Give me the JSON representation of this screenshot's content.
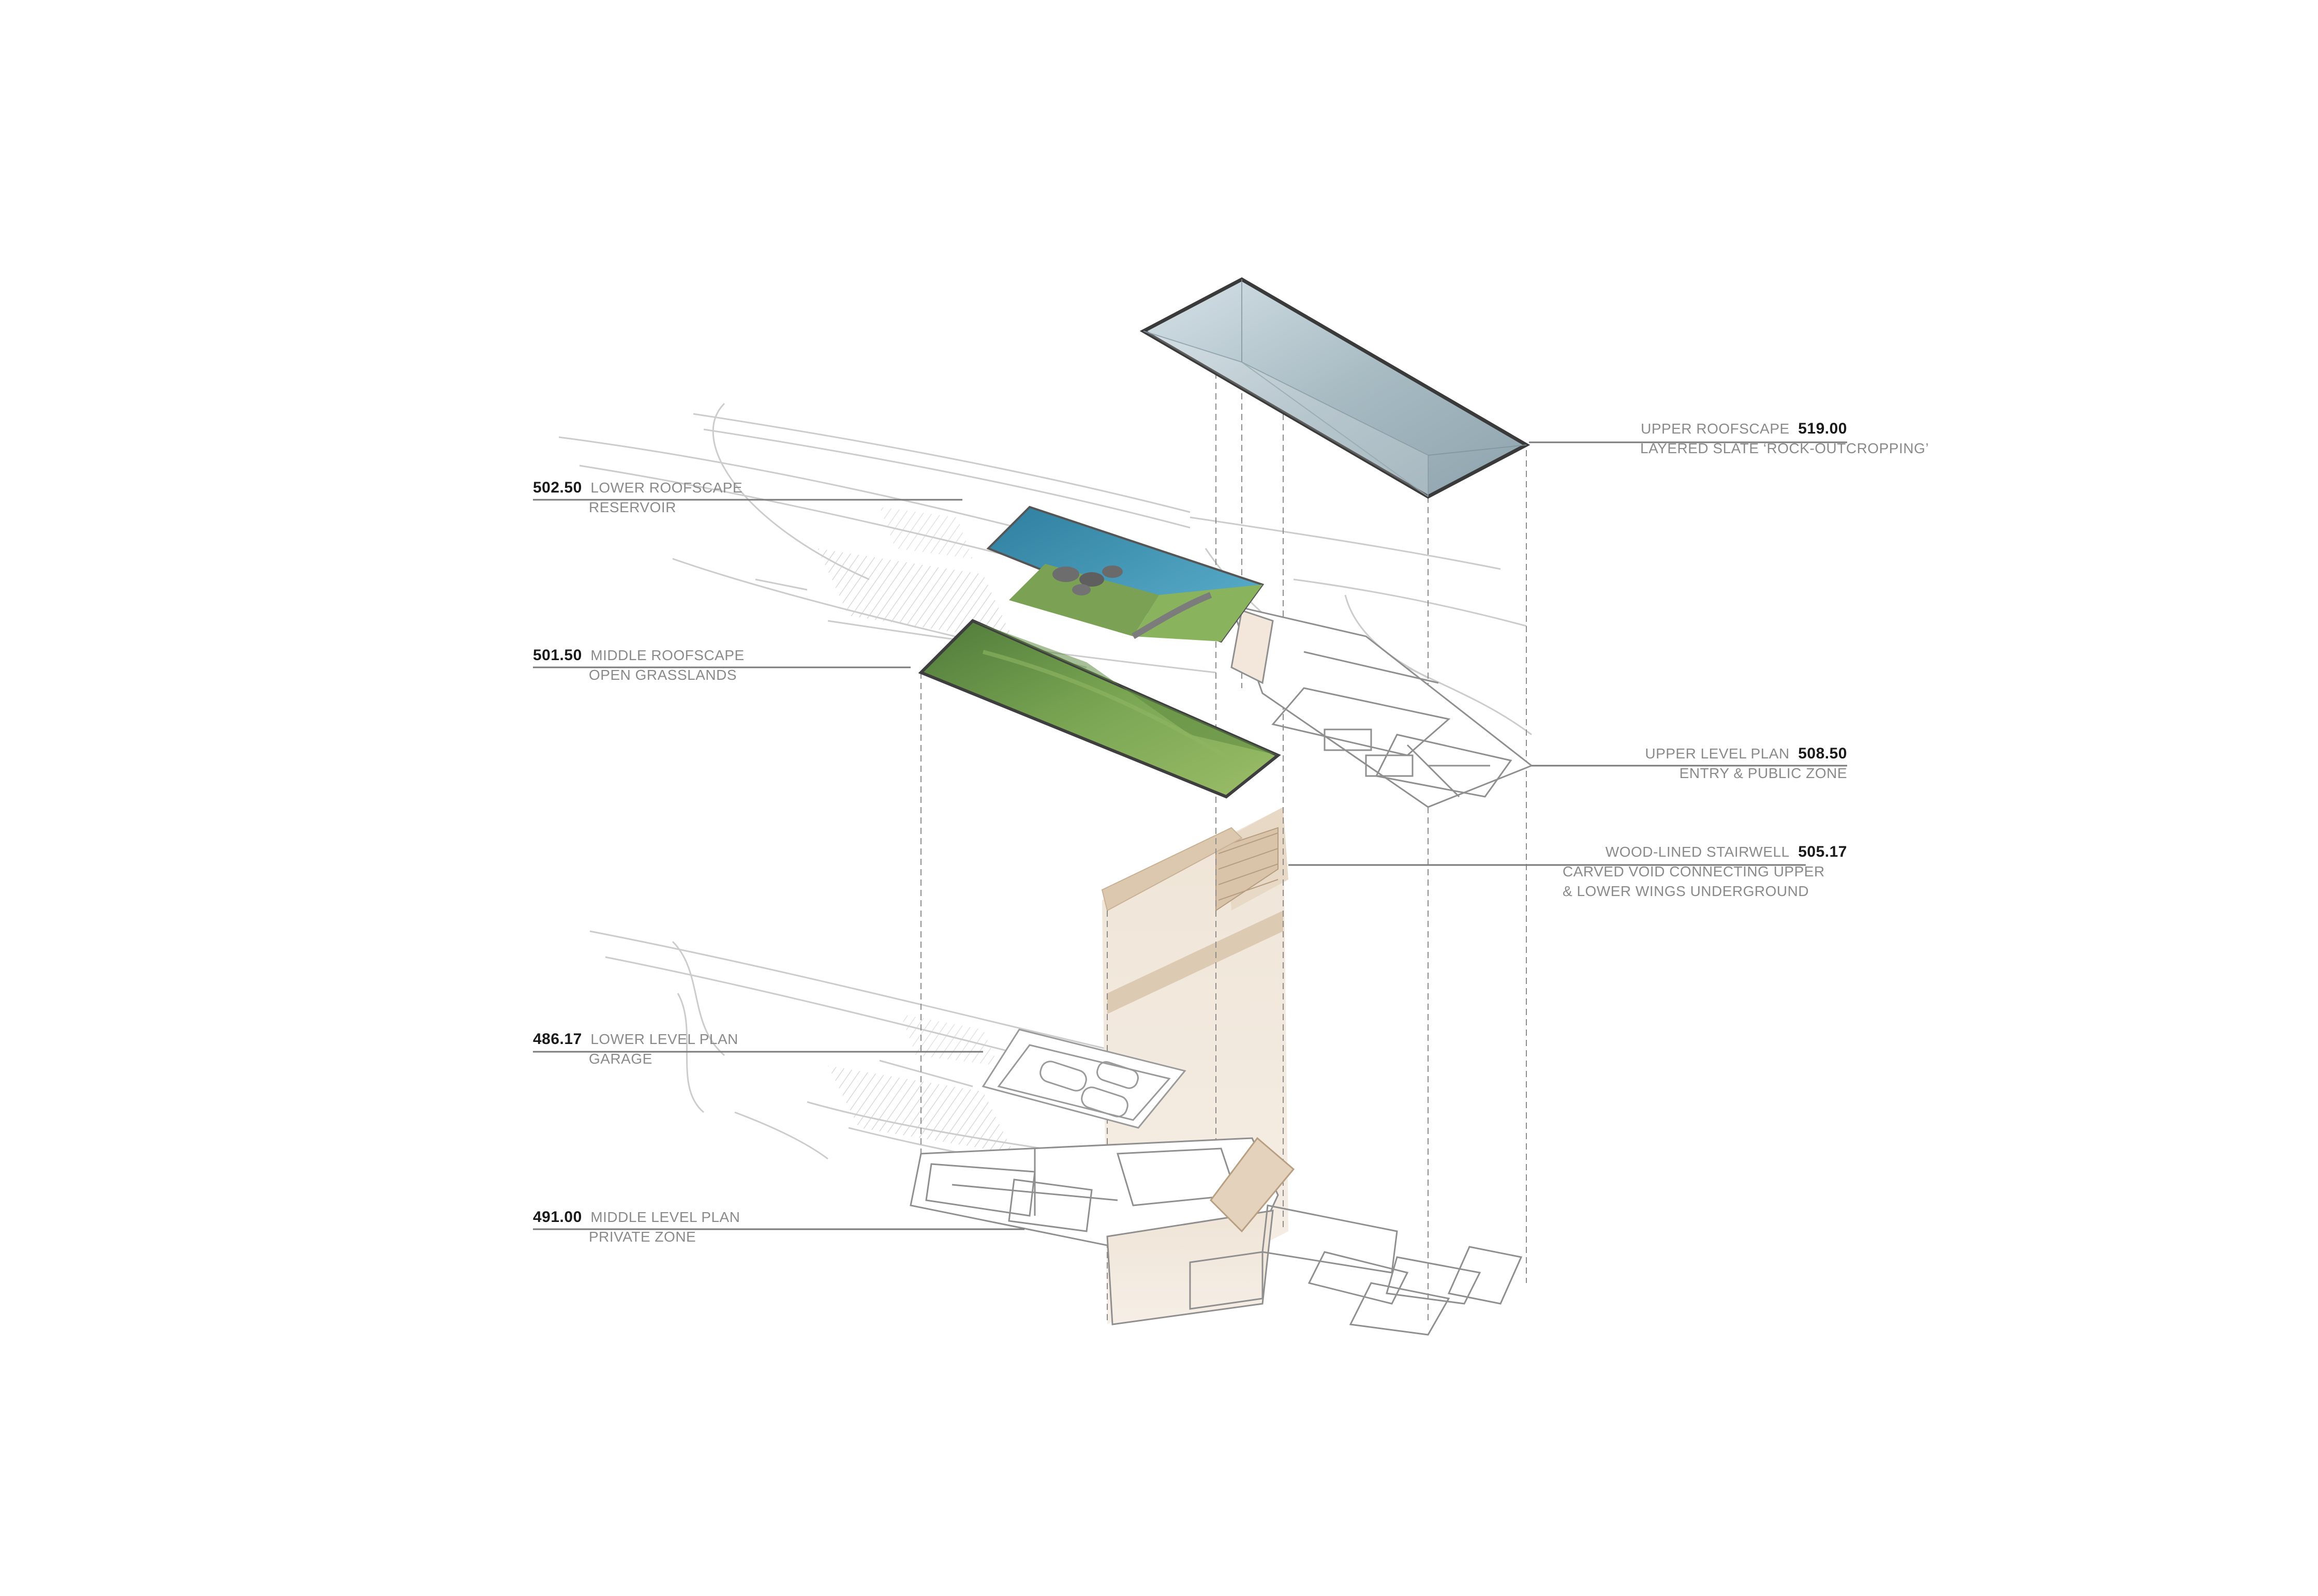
{
  "levels": [
    {
      "elevation": "519.00",
      "name": "UPPER ROOFSCAPE",
      "lines": [
        "LAYERED SLATE ‘ROCK-OUTCROPPING’"
      ]
    },
    {
      "elevation": "502.50",
      "name": "LOWER ROOFSCAPE",
      "lines": [
        "RESERVOIR"
      ]
    },
    {
      "elevation": "501.50",
      "name": "MIDDLE ROOFSCAPE",
      "lines": [
        "OPEN GRASSLANDS"
      ]
    },
    {
      "elevation": "508.50",
      "name": "UPPER LEVEL PLAN",
      "lines": [
        "ENTRY & PUBLIC ZONE"
      ]
    },
    {
      "elevation": "505.17",
      "name": "WOOD-LINED STAIRWELL",
      "lines": [
        "CARVED VOID CONNECTING UPPER",
        "& LOWER WINGS UNDERGROUND"
      ]
    },
    {
      "elevation": "486.17",
      "name": "LOWER LEVEL PLAN",
      "lines": [
        "GARAGE"
      ]
    },
    {
      "elevation": "491.00",
      "name": "MIDDLE LEVEL PLAN",
      "lines": [
        "PRIVATE ZONE"
      ]
    }
  ],
  "colors": {
    "slate": "#a9bcc4",
    "water": "#3f95b3",
    "grass": "#6f9a4a",
    "wood": "#e6d6c3",
    "linework": "#bdbdbd",
    "leader": "#7a7a7a",
    "elevation_text": "#1a1a1a",
    "label_text": "#8a8a8a"
  }
}
